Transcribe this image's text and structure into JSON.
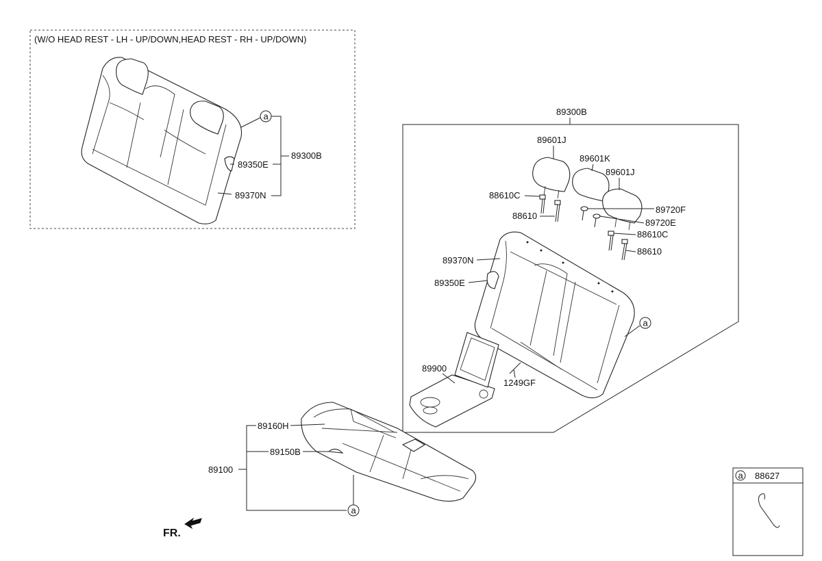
{
  "inset_caption": "(W/O HEAD REST - LH - UP/DOWN,HEAD REST - RH - UP/DOWN)",
  "parts": {
    "inset_89350E": "89350E",
    "inset_89370N": "89370N",
    "inset_89300B": "89300B",
    "group_89300B": "89300B",
    "p89601J_left": "89601J",
    "p89601K": "89601K",
    "p89601J_right": "89601J",
    "p88610C_left": "88610C",
    "p88610_left": "88610",
    "p89720F": "89720F",
    "p89720E": "89720E",
    "p88610C_right": "88610C",
    "p88610_right": "88610",
    "p89370N": "89370N",
    "p89350E": "89350E",
    "p89900": "89900",
    "p1249GF": "1249GF",
    "p89160H": "89160H",
    "p89150B": "89150B",
    "p89100": "89100"
  },
  "callout_letter": "a",
  "legend": {
    "letter": "a",
    "part": "88627"
  },
  "front_label": "FR."
}
